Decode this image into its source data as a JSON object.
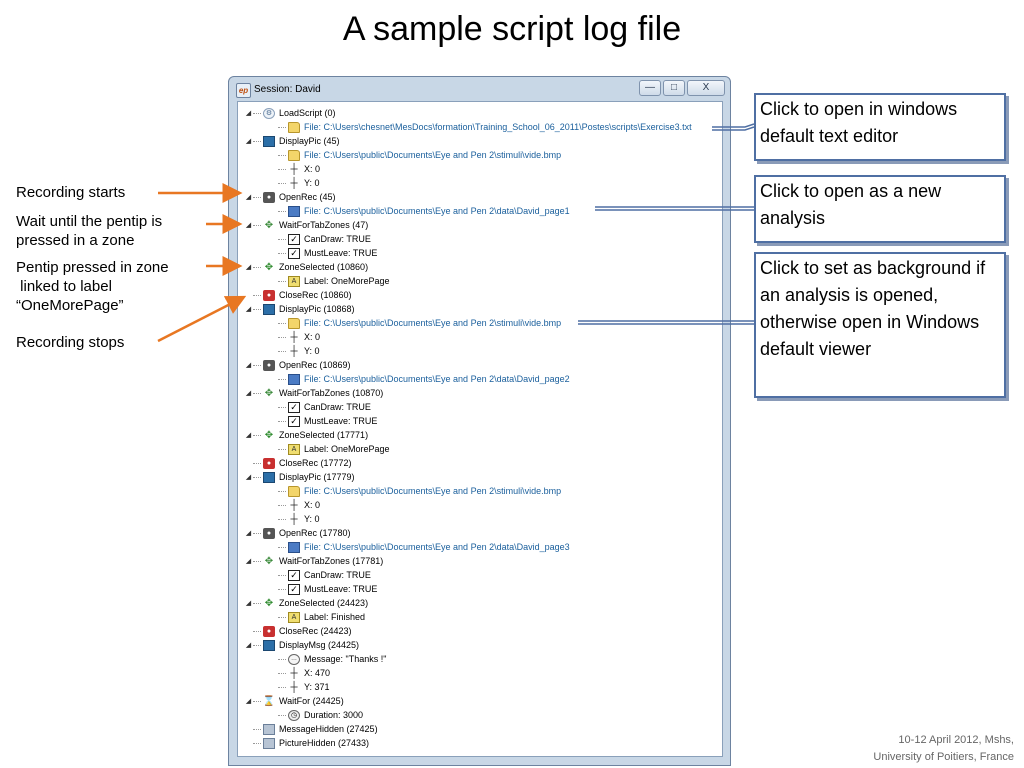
{
  "slide_title": "A sample script log file",
  "window": {
    "title": "Session: David",
    "app_icon": "ep-app-icon",
    "buttons": {
      "minimize": "—",
      "maximize": "□",
      "close": "X"
    }
  },
  "tree": [
    {
      "indent": 0,
      "expander": "◢",
      "icon": "script",
      "text": "LoadScript (0)"
    },
    {
      "indent": 1,
      "icon": "folder",
      "text": "File: C:\\Users\\chesnet\\MesDocs\\formation\\Training_School_06_2011\\Postes\\scripts\\Exercise3.txt",
      "file": true
    },
    {
      "indent": 0,
      "expander": "◢",
      "icon": "picture",
      "text": "DisplayPic (45)"
    },
    {
      "indent": 1,
      "icon": "folder",
      "text": "File: C:\\Users\\public\\Documents\\Eye and Pen 2\\stimuli\\vide.bmp",
      "file": true
    },
    {
      "indent": 1,
      "icon": "axis",
      "text": "X: 0"
    },
    {
      "indent": 1,
      "icon": "axis",
      "text": "Y: 0"
    },
    {
      "indent": 0,
      "expander": "◢",
      "icon": "record",
      "text": "OpenRec (45)"
    },
    {
      "indent": 1,
      "icon": "disk",
      "text": "File: C:\\Users\\public\\Documents\\Eye and Pen 2\\data\\David_page1",
      "file": true
    },
    {
      "indent": 0,
      "expander": "◢",
      "icon": "wait",
      "text": "WaitForTabZones (47)"
    },
    {
      "indent": 1,
      "icon": "check",
      "text": "CanDraw: TRUE"
    },
    {
      "indent": 1,
      "icon": "check",
      "text": "MustLeave: TRUE"
    },
    {
      "indent": 0,
      "expander": "◢",
      "icon": "zone",
      "text": "ZoneSelected (10860)"
    },
    {
      "indent": 1,
      "icon": "label",
      "text": "Label: OneMorePage"
    },
    {
      "indent": 0,
      "icon": "close",
      "text": "CloseRec (10860)"
    },
    {
      "indent": 0,
      "expander": "◢",
      "icon": "picture",
      "text": "DisplayPic (10868)"
    },
    {
      "indent": 1,
      "icon": "folder",
      "text": "File: C:\\Users\\public\\Documents\\Eye and Pen 2\\stimuli\\vide.bmp",
      "file": true
    },
    {
      "indent": 1,
      "icon": "axis",
      "text": "X: 0"
    },
    {
      "indent": 1,
      "icon": "axis",
      "text": "Y: 0"
    },
    {
      "indent": 0,
      "expander": "◢",
      "icon": "record",
      "text": "OpenRec (10869)"
    },
    {
      "indent": 1,
      "icon": "disk",
      "text": "File: C:\\Users\\public\\Documents\\Eye and Pen 2\\data\\David_page2",
      "file": true
    },
    {
      "indent": 0,
      "expander": "◢",
      "icon": "wait",
      "text": "WaitForTabZones (10870)"
    },
    {
      "indent": 1,
      "icon": "check",
      "text": "CanDraw: TRUE"
    },
    {
      "indent": 1,
      "icon": "check",
      "text": "MustLeave: TRUE"
    },
    {
      "indent": 0,
      "expander": "◢",
      "icon": "zone",
      "text": "ZoneSelected (17771)"
    },
    {
      "indent": 1,
      "icon": "label",
      "text": "Label: OneMorePage"
    },
    {
      "indent": 0,
      "icon": "close",
      "text": "CloseRec (17772)"
    },
    {
      "indent": 0,
      "expander": "◢",
      "icon": "picture",
      "text": "DisplayPic (17779)"
    },
    {
      "indent": 1,
      "icon": "folder",
      "text": "File: C:\\Users\\public\\Documents\\Eye and Pen 2\\stimuli\\vide.bmp",
      "file": true
    },
    {
      "indent": 1,
      "icon": "axis",
      "text": "X: 0"
    },
    {
      "indent": 1,
      "icon": "axis",
      "text": "Y: 0"
    },
    {
      "indent": 0,
      "expander": "◢",
      "icon": "record",
      "text": "OpenRec (17780)"
    },
    {
      "indent": 1,
      "icon": "disk",
      "text": "File: C:\\Users\\public\\Documents\\Eye and Pen 2\\data\\David_page3",
      "file": true
    },
    {
      "indent": 0,
      "expander": "◢",
      "icon": "wait",
      "text": "WaitForTabZones (17781)"
    },
    {
      "indent": 1,
      "icon": "check",
      "text": "CanDraw: TRUE"
    },
    {
      "indent": 1,
      "icon": "check",
      "text": "MustLeave: TRUE"
    },
    {
      "indent": 0,
      "expander": "◢",
      "icon": "zone",
      "text": "ZoneSelected (24423)"
    },
    {
      "indent": 1,
      "icon": "label",
      "text": "Label: Finished"
    },
    {
      "indent": 0,
      "icon": "close",
      "text": "CloseRec (24423)"
    },
    {
      "indent": 0,
      "expander": "◢",
      "icon": "message",
      "text": "DisplayMsg (24425)"
    },
    {
      "indent": 1,
      "icon": "speech",
      "text": "Message: \"Thanks !\""
    },
    {
      "indent": 1,
      "icon": "axis",
      "text": "X: 470"
    },
    {
      "indent": 1,
      "icon": "axis",
      "text": "Y: 371"
    },
    {
      "indent": 0,
      "expander": "◢",
      "icon": "hourglass",
      "text": "WaitFor (24425)"
    },
    {
      "indent": 1,
      "icon": "clock",
      "text": "Duration: 3000"
    },
    {
      "indent": 0,
      "icon": "gray",
      "text": "MessageHidden (27425)"
    },
    {
      "indent": 0,
      "icon": "gray",
      "text": "PictureHidden (27433)"
    }
  ],
  "annotations": {
    "recording_starts": "Recording starts",
    "wait_pentip": "Wait until the pentip is\npressed in a zone",
    "pentip_pressed": "Pentip pressed in zone\n linked to label\n“OneMorePage”",
    "recording_stops": "Recording stops"
  },
  "callouts": {
    "text_editor": "Click to open in windows default text editor",
    "new_analysis": "Click to open as a new analysis",
    "background": "Click to set as background if an analysis is opened, otherwise open in Windows default viewer"
  },
  "footer": {
    "line1": "10-12 April 2012, Mshs,",
    "line2": "University of Poitiers, France"
  },
  "colors": {
    "arrow": "#e87722",
    "callout_border": "#4f6fa3",
    "file_text": "#1a5f9c"
  }
}
